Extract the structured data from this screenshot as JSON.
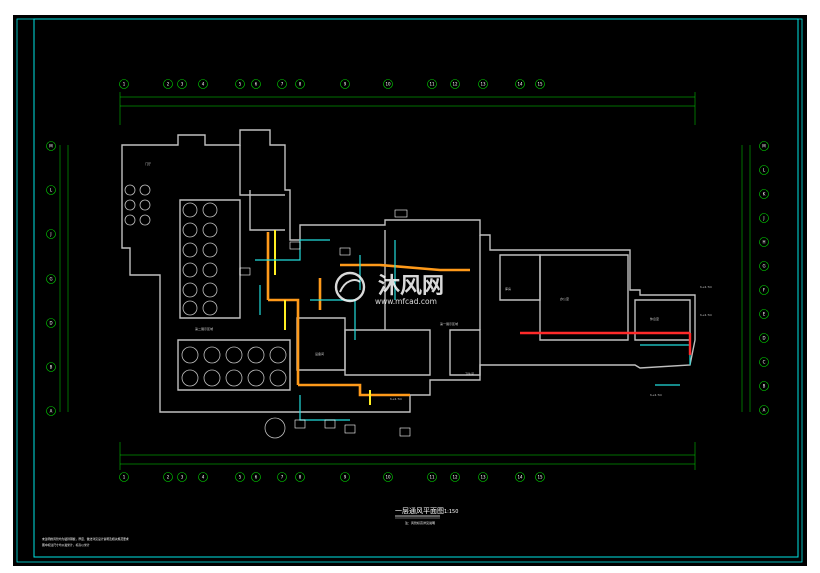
{
  "drawing": {
    "title": "一层通风平面图",
    "scale": "1:150",
    "subtitle": "注：风管标高详见说明",
    "notes": [
      "未注明的风管均为镀锌钢板，厚度、做法详见设计说明及相关规范要求",
      "图中标注尺寸均以毫米计，标高以米计"
    ],
    "watermark": {
      "cn": "沐风网",
      "en": "www.mfcad.com"
    },
    "top_axes": [
      "1",
      "2",
      "3",
      "4",
      "5",
      "6",
      "7",
      "8",
      "9",
      "10",
      "11",
      "12",
      "13",
      "14",
      "15"
    ],
    "right_axes": [
      "M",
      "L",
      "K",
      "J",
      "H",
      "G",
      "F",
      "E",
      "D",
      "C",
      "B",
      "A"
    ],
    "left_axes": [
      "M",
      "L",
      "J",
      "G",
      "D",
      "B",
      "A"
    ],
    "elevation_labels": [
      "h+2.7m",
      "h+2.7m",
      "h+2.7m",
      "h+2.7m"
    ],
    "room_labels": [
      "第二展示区域",
      "第一展示区域",
      "门厅",
      "办公室",
      "库房",
      "卫生间",
      "设备间",
      "休息室"
    ],
    "colors": {
      "background": "#000000",
      "frame": "#00e5e5",
      "wall": "#bfbfbf",
      "grid": "#00dd00",
      "duct_orange": "#ff9a1a",
      "duct_yellow": "#ffee22",
      "duct_cyan": "#22dddd",
      "duct_red": "#ff2a2a",
      "text": "#ffffff"
    }
  }
}
